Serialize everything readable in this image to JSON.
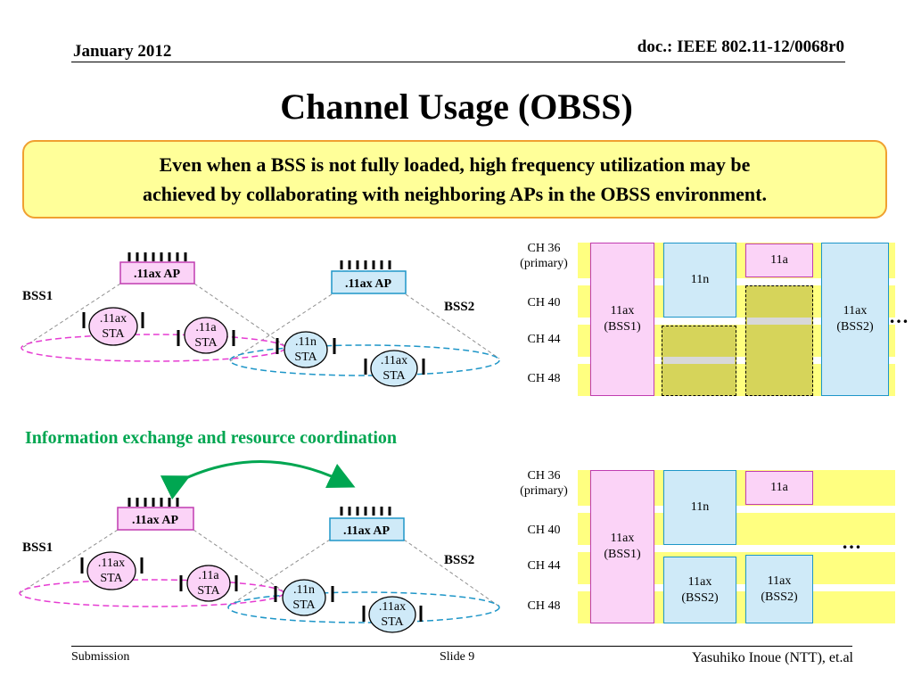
{
  "header": {
    "date": "January 2012",
    "doc": "doc.: IEEE 802.11-12/0068r0"
  },
  "title": "Channel Usage (OBSS)",
  "callout": {
    "line1": "Even when a BSS is not fully loaded, high frequency utilization may be",
    "line2": "achieved by collaborating with neighboring APs in the OBSS environment."
  },
  "coordination_label": "Information exchange and resource coordination",
  "topology": {
    "bss1": "BSS1",
    "bss2": "BSS2",
    "ap1": ".11ax AP",
    "ap2": ".11ax AP",
    "sta_11ax_a": ".11ax",
    "sta_word": "STA",
    "sta_11a": ".11a",
    "sta_11n": ".11n"
  },
  "channels": {
    "ch36": "CH 36",
    "primary": "(primary)",
    "ch40": "CH 40",
    "ch44": "CH 44",
    "ch48": "CH 48"
  },
  "blocks": {
    "ax": "11ax",
    "bss1": "(BSS1)",
    "bss2": "(BSS2)",
    "n": "11n",
    "a": "11a"
  },
  "ellipsis": "…",
  "footer": {
    "left": "Submission",
    "center": "Slide 9",
    "right": "Yasuhiko Inoue (NTT), et.al"
  },
  "colors": {
    "ap_pink": "#fbd3f7",
    "ap_blue": "#cfeaf8",
    "band_yellow": "#ffff80",
    "coord_green": "#00a651",
    "callout_bg": "#ffff99"
  }
}
